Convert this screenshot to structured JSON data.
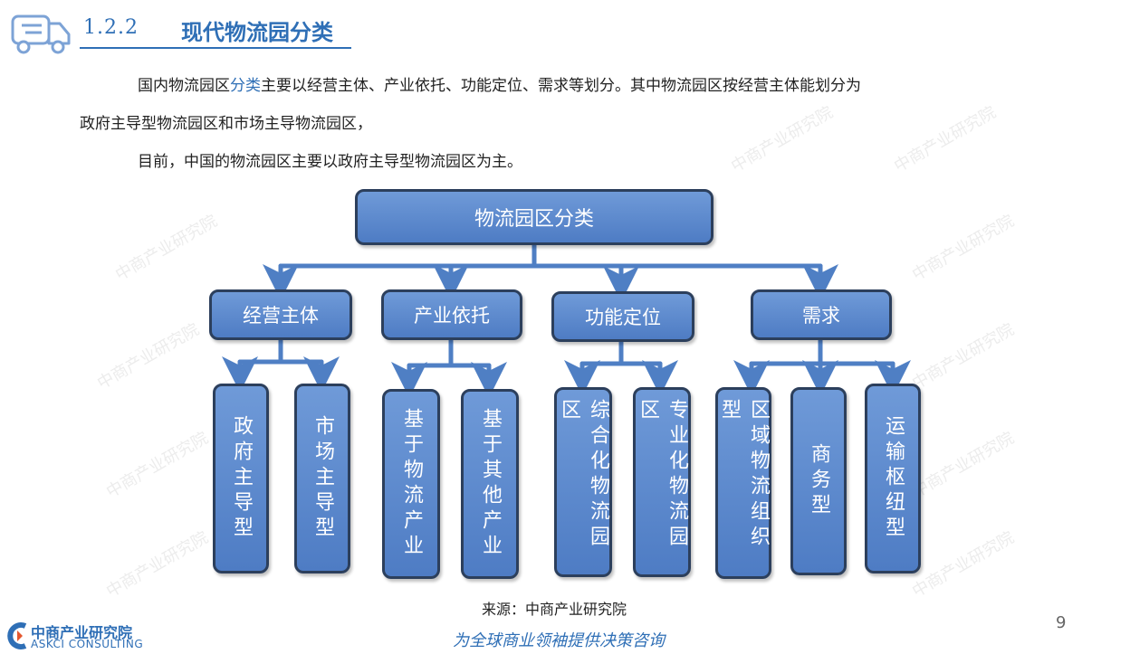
{
  "header": {
    "section_number": "1.2.2",
    "section_title": "现代物流园分类"
  },
  "body": {
    "paragraph1_line1_before": "国内物流园区",
    "paragraph1_line1_highlight": "分类",
    "paragraph1_line1_after": "主要以经营主体、产业依托、功能定位、需求等划分。其中物流园区按经营主体能划分为",
    "paragraph1_line2": "政府主导型物流园区和市场主导物流园区，",
    "paragraph2": "目前，中国的物流园区主要以政府主导型物流园区为主。"
  },
  "diagram": {
    "root": "物流园区分类",
    "categories": [
      {
        "label": "经营主体",
        "children": [
          "政府主导型",
          "市场主导型"
        ]
      },
      {
        "label": "产业依托",
        "children": [
          "基于物流产业",
          "基于其他产业"
        ]
      },
      {
        "label": "功能定位",
        "children": [
          "综合化物流园区",
          "专业化物流园区"
        ]
      },
      {
        "label": "需求",
        "children": [
          "区域物流组织型",
          "商务型",
          "运输枢纽型"
        ]
      }
    ]
  },
  "watermark_text": "中商产业研究院",
  "footer": {
    "source": "来源：中商产业研究院",
    "page_number": "9",
    "slogan": "为全球商业领袖提供决策咨询",
    "logo_cn": "中商产业研究院",
    "logo_en": "ASKCI CONSULTING"
  },
  "colors": {
    "accent": "#2f6fb6",
    "node_fill": "#5b87cc",
    "node_border": "#2c3f5c",
    "arrow": "#4f7fc4"
  }
}
